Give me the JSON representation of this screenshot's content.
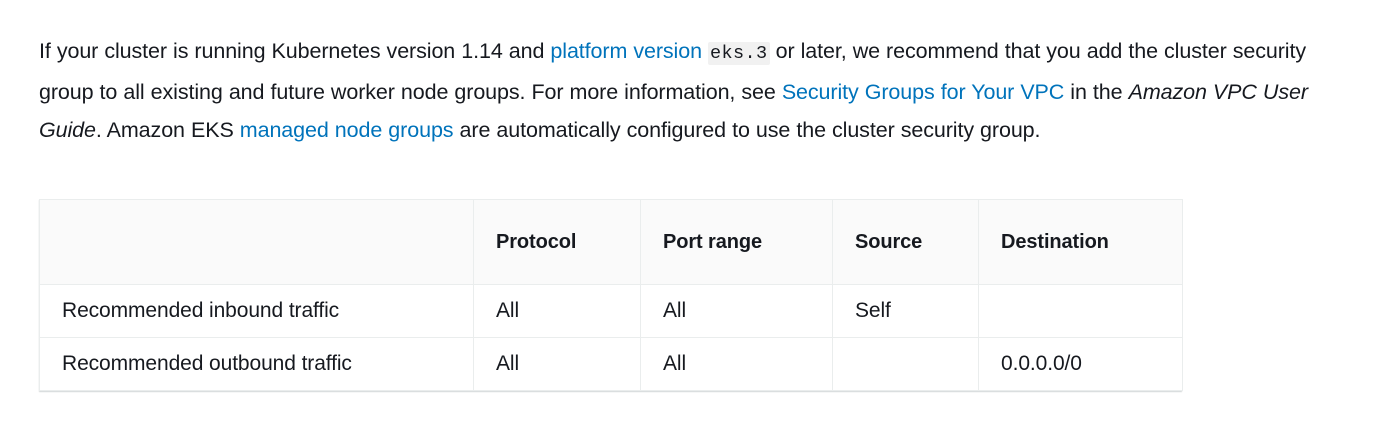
{
  "paragraph": {
    "seg1": "If your cluster is running Kubernetes version 1.14 and ",
    "link1": "platform version",
    "space1": " ",
    "code1": "eks.3",
    "seg2": " or later, we recommend that you add the cluster security group to all existing and future worker node groups. For more information, see ",
    "link2": "Security Groups for Your VPC",
    "seg3": " in the ",
    "italic1": "Amazon VPC User Guide",
    "seg4": ". Amazon EKS ",
    "link3": "managed node groups",
    "seg5": " are automatically configured to use the cluster security group."
  },
  "table": {
    "headers": [
      "",
      "Protocol",
      "Port range",
      "Source",
      "Destination"
    ],
    "rows": [
      {
        "label": "Recommended inbound traffic",
        "protocol": "All",
        "port_range": "All",
        "source": "Self",
        "destination": ""
      },
      {
        "label": "Recommended outbound traffic",
        "protocol": "All",
        "port_range": "All",
        "source": "",
        "destination": "0.0.0.0/0"
      }
    ]
  },
  "colors": {
    "link": "#0073bb",
    "text": "#16191f",
    "border": "#eaeded",
    "header_bg": "#fafafa",
    "code_bg": "#f1f1f1"
  }
}
